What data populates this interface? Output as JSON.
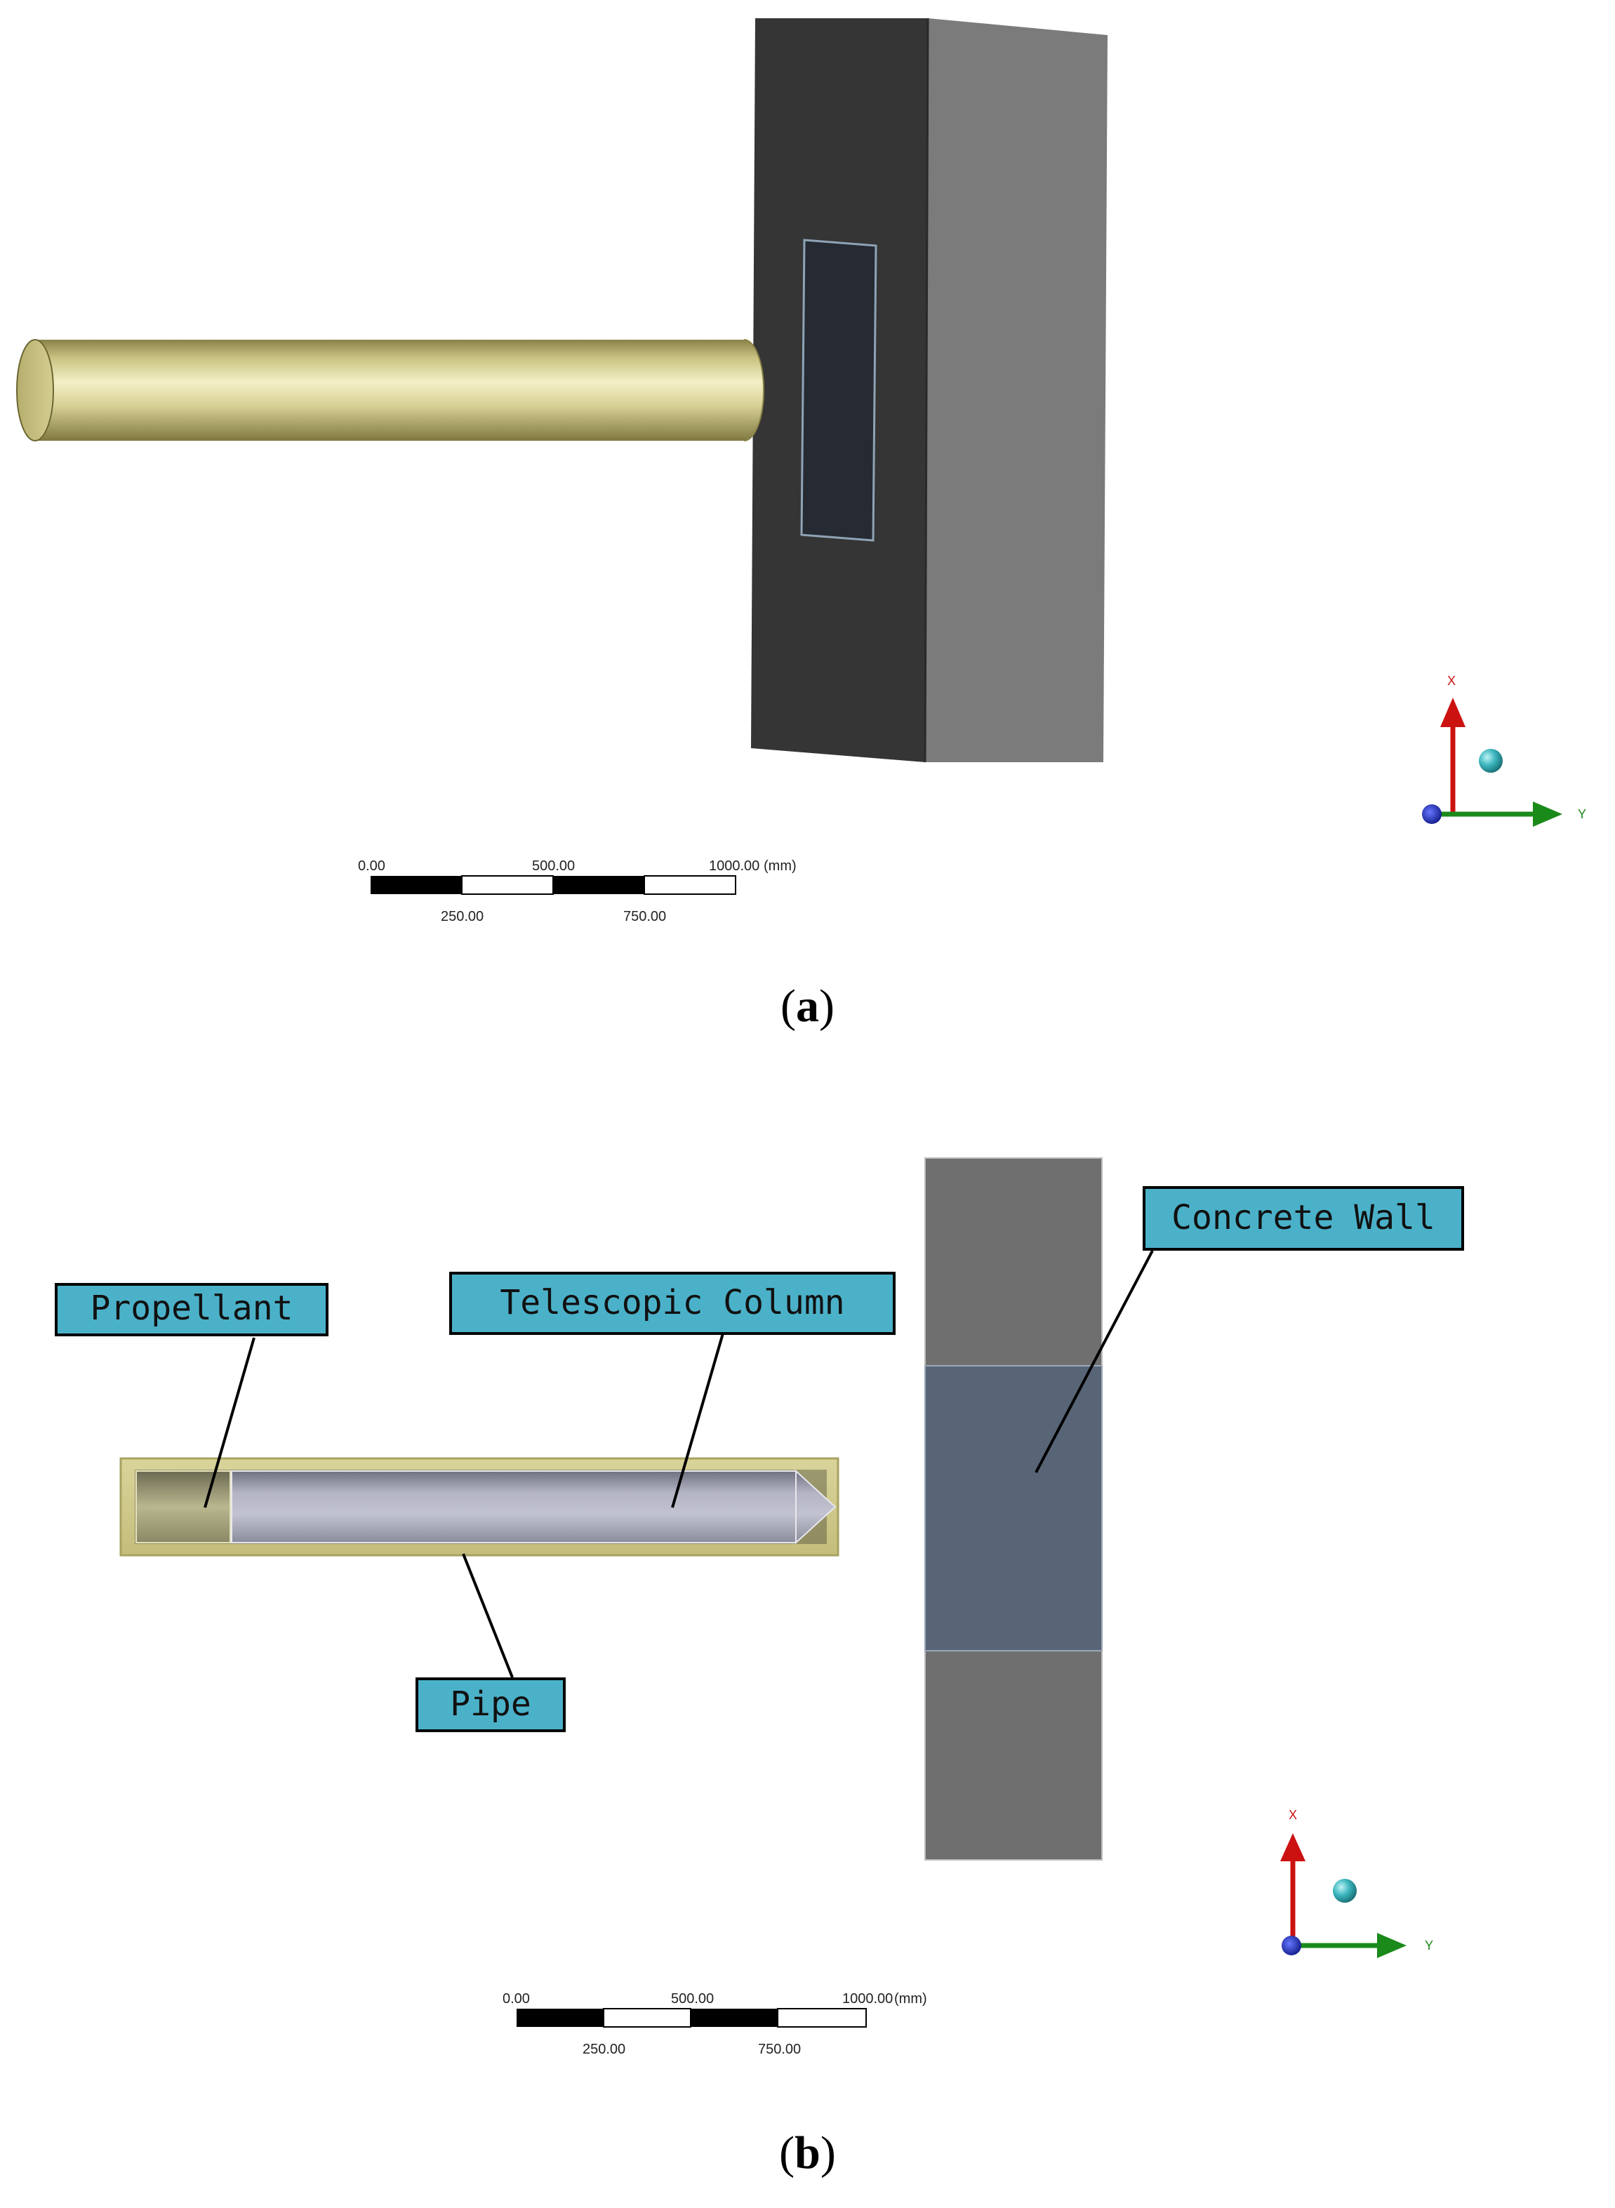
{
  "panel_a": {
    "caption_open": "(",
    "caption_letter": "a",
    "caption_close": ")",
    "scale_bar": {
      "top_labels": [
        "0.00",
        "500.00",
        "1000.00"
      ],
      "unit": "(mm)",
      "bottom_labels": [
        "250.00",
        "750.00"
      ]
    },
    "triad": {
      "x_label": "X",
      "y_label": "Y"
    }
  },
  "panel_b": {
    "caption_open": "(",
    "caption_letter": "b",
    "caption_close": ")",
    "labels": {
      "propellant": "Propellant",
      "telescopic_column": "Telescopic Column",
      "concrete_wall": "Concrete Wall",
      "pipe": "Pipe"
    },
    "scale_bar": {
      "top_labels": [
        "0.00",
        "500.00",
        "1000.00"
      ],
      "unit": "(mm)",
      "bottom_labels": [
        "250.00",
        "750.00"
      ]
    },
    "triad": {
      "x_label": "X",
      "y_label": "Y"
    }
  },
  "colors": {
    "pipe_gold": "#d9d49a",
    "wall_dark": "#3a3a3a",
    "wall_side": "#7d7d7d",
    "label_fill": "#4bb1c9",
    "axis_x": "#cc1111",
    "axis_y": "#1a8a1a",
    "axis_origin": "#1a2fb5",
    "axis_ball": "#3ab5bd"
  }
}
